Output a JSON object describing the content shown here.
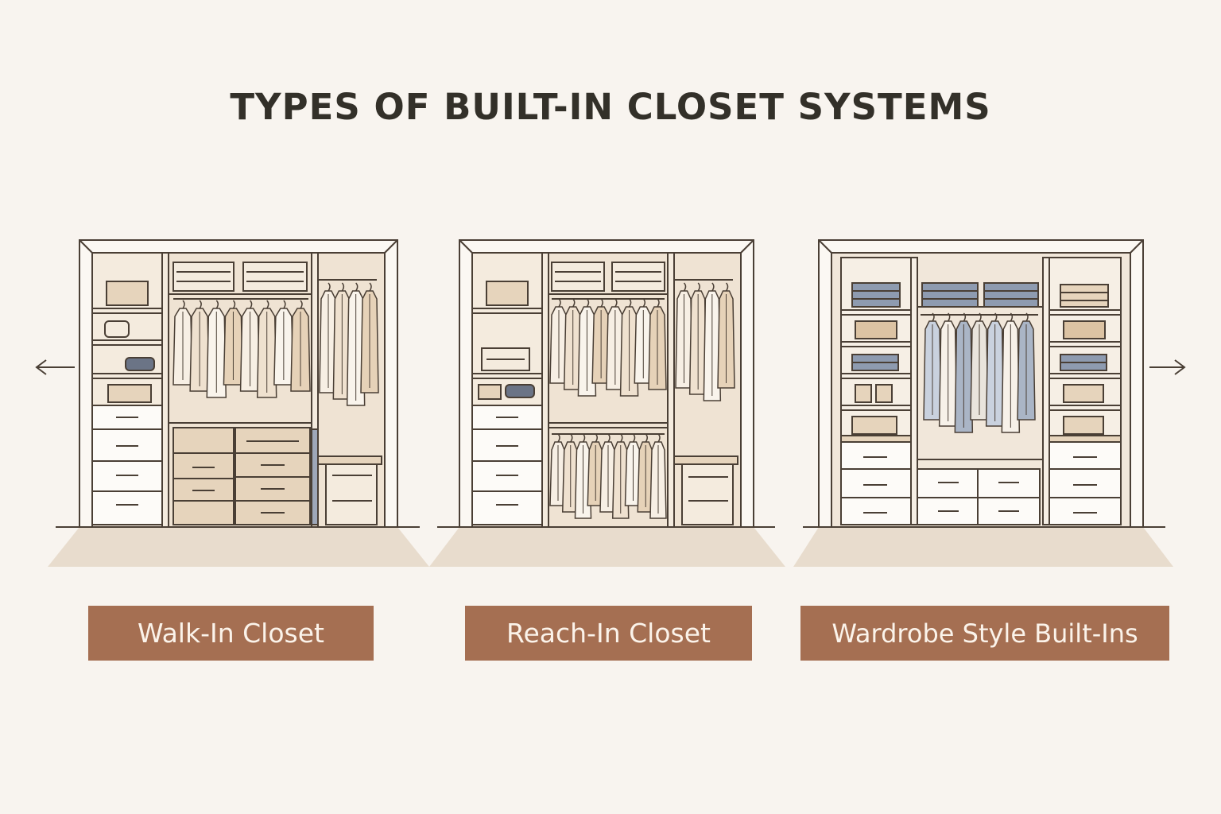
{
  "title": "TYPES OF BUILT-IN CLOSET SYSTEMS",
  "closets": [
    {
      "label": "Walk-In Closet"
    },
    {
      "label": "Reach-In Closet"
    },
    {
      "label": "Wardrobe Style Built-Ins"
    }
  ],
  "colors": {
    "background": "#f8f4ef",
    "outline": "#4a3f35",
    "interior": "#efe3d3",
    "wood_light": "#e6d4bc",
    "floor": "#e8dccd",
    "label_bg": "#a56f52",
    "label_text": "#fbf3ea",
    "fabric_blue": "#8e9bb0",
    "fabric_beige": "#dcc3a3"
  },
  "icons": [
    "arrow-left-icon",
    "arrow-right-icon"
  ]
}
